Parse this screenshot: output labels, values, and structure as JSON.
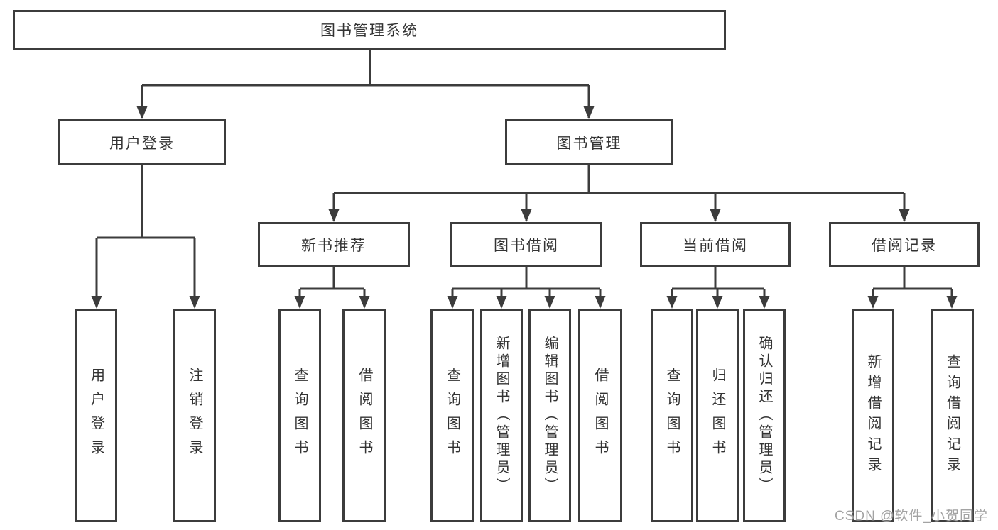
{
  "diagram_title": "图书管理系统",
  "tree": {
    "root": {
      "label": "图书管理系统",
      "children": [
        {
          "label": "用户登录",
          "children": [
            {
              "label": "用户登录"
            },
            {
              "label": "注销登录"
            }
          ]
        },
        {
          "label": "图书管理",
          "children": [
            {
              "label": "新书推荐",
              "children": [
                {
                  "label": "查询图书"
                },
                {
                  "label": "借阅图书"
                }
              ]
            },
            {
              "label": "图书借阅",
              "children": [
                {
                  "label": "查询图书"
                },
                {
                  "label": "新增图书（管理员）"
                },
                {
                  "label": "编辑图书（管理员）"
                },
                {
                  "label": "借阅图书"
                }
              ]
            },
            {
              "label": "当前借阅",
              "children": [
                {
                  "label": "查询图书"
                },
                {
                  "label": "归还图书"
                },
                {
                  "label": "确认归还（管理员）"
                }
              ]
            },
            {
              "label": "借阅记录",
              "children": [
                {
                  "label": "新增借阅记录"
                },
                {
                  "label": "查询借阅记录"
                }
              ]
            }
          ]
        }
      ]
    }
  },
  "watermark": "CSDN @软件_小贺同学",
  "colors": {
    "background": "#ffffff",
    "box_fill": "#ffffff",
    "box_border": "#3c3c3c",
    "line": "#3c3c3c",
    "text": "#333333",
    "watermark": "#a3a3a3"
  }
}
